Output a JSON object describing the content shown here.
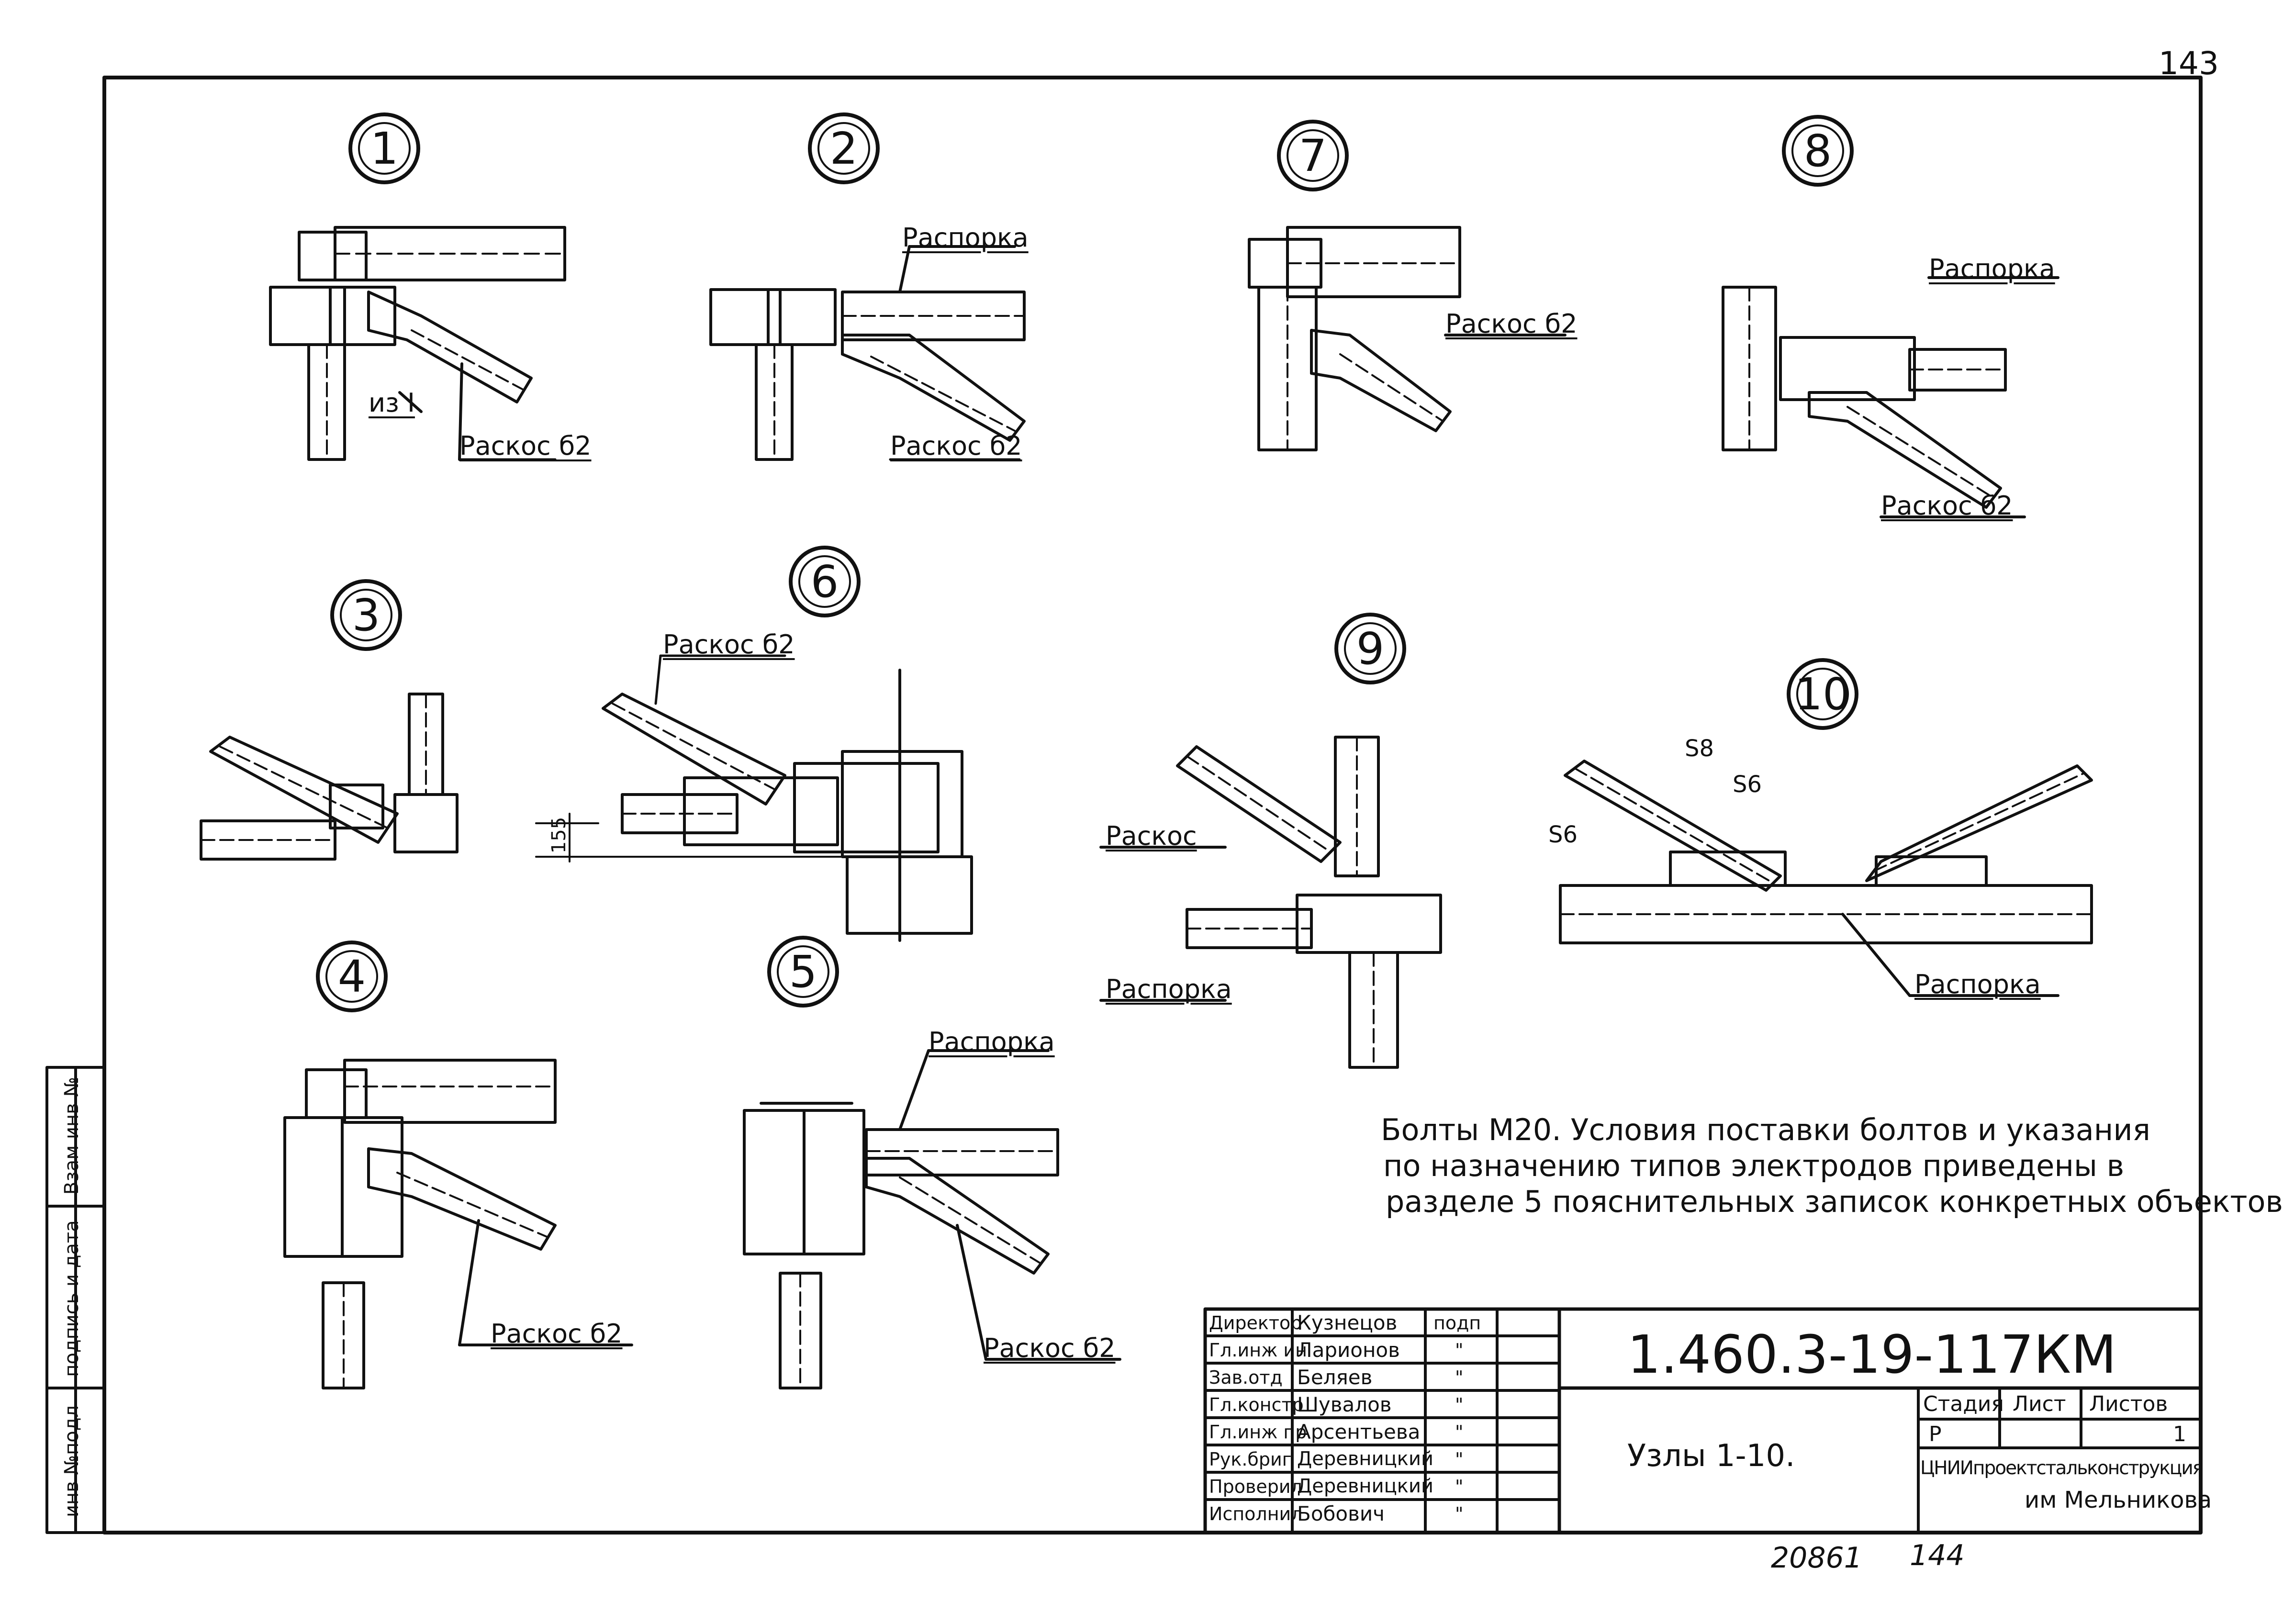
{
  "page": {
    "sheet_number": "143",
    "bottom_left_number": "20861",
    "bottom_right_number": "144"
  },
  "details": [
    {
      "id": "1",
      "labels": [
        "из I",
        "Раскос б2"
      ]
    },
    {
      "id": "2",
      "labels": [
        "Распорка",
        "Раскос б2"
      ]
    },
    {
      "id": "7",
      "labels": [
        "Раскос б2"
      ]
    },
    {
      "id": "8",
      "labels": [
        "Распорка",
        "Раскос б2"
      ]
    },
    {
      "id": "3",
      "labels": []
    },
    {
      "id": "6",
      "labels": [
        "Раскос б2",
        "155"
      ]
    },
    {
      "id": "9",
      "labels": [
        "Раскос",
        "Распорка"
      ]
    },
    {
      "id": "10",
      "labels": [
        "S8",
        "S6",
        "S6",
        "Распорка"
      ]
    },
    {
      "id": "4",
      "labels": [
        "Раскос б2"
      ]
    },
    {
      "id": "5",
      "labels": [
        "Распорка",
        "Раскос б2"
      ]
    }
  ],
  "note": {
    "lines": [
      "Болты М20. Условия поставки болтов и указания",
      "по назначению типов электродов приведены в",
      "разделе 5 пояснительных записок конкретных объектов"
    ]
  },
  "side_stamp": {
    "fields": [
      "инв №подл",
      "подпись и дата",
      "Взам инв №"
    ]
  },
  "title_block": {
    "signatures": [
      {
        "role": "Директор",
        "name": "Кузнецов",
        "sign": "подп"
      },
      {
        "role": "Гл.инж ин",
        "name": "Ларионов",
        "sign": "\""
      },
      {
        "role": "Зав.отд",
        "name": "Беляев",
        "sign": "\""
      },
      {
        "role": "Гл.констр",
        "name": "Шувалов",
        "sign": "\""
      },
      {
        "role": "Гл.инж пр",
        "name": "Арсентьева",
        "sign": "\""
      },
      {
        "role": "Рук.бриг",
        "name": "Деревницкий",
        "sign": "\""
      },
      {
        "role": "Проверил",
        "name": "Деревницкий",
        "sign": "\""
      },
      {
        "role": "Исполнил",
        "name": "Бобович",
        "sign": "\""
      }
    ],
    "designation": "1.460.3-19-117КМ",
    "sheet_title": "Узлы 1-10.",
    "stage_header": "Стадия",
    "sheet_header": "Лист",
    "sheets_header": "Листов",
    "stage": "Р",
    "sheet": "",
    "sheets": "1",
    "organization_line1": "ЦНИИпроектстальконструкция",
    "organization_line2": "им Мельникова"
  }
}
